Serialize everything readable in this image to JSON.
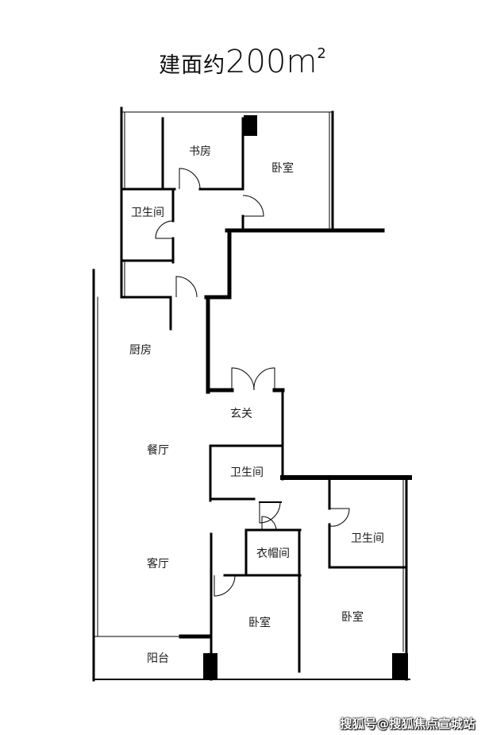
{
  "title": {
    "prefix": "建面约",
    "value": "200m",
    "superscript": "2"
  },
  "rooms": {
    "study": "书房",
    "bedroom_top": "卧室",
    "bathroom_top": "卫生间",
    "kitchen": "厨房",
    "foyer": "玄关",
    "dining": "餐厅",
    "bathroom_mid": "卫生间",
    "cloakroom": "衣帽间",
    "bathroom_right": "卫生间",
    "living": "客厅",
    "bedroom_bottom_left": "卧室",
    "bedroom_bottom_right": "卧室",
    "balcony": "阳台"
  },
  "watermark": "搜狐号@搜狐焦点宣城站",
  "colors": {
    "wall": "#000000",
    "line": "#111111",
    "background": "#ffffff"
  }
}
